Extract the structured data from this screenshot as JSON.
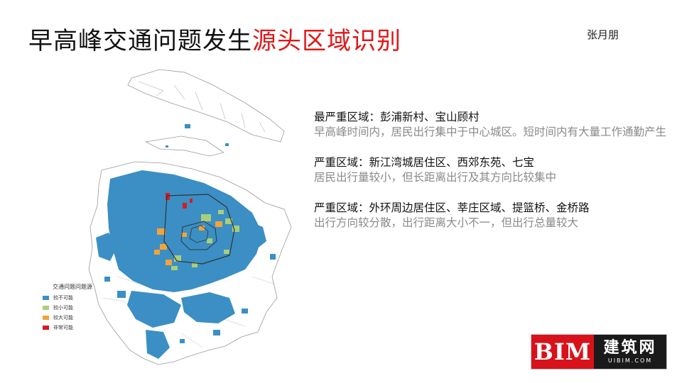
{
  "slide": {
    "title_main": "早高峰交通问题发生",
    "title_highlight": "源头区域识别",
    "author": "张月朋"
  },
  "legend": {
    "title": "交通问题问题源",
    "items": [
      {
        "label": "较不可能",
        "color": "#3b8fc4"
      },
      {
        "label": "较小可能",
        "color": "#a9cf7a"
      },
      {
        "label": "较大可能",
        "color": "#f2a43a"
      },
      {
        "label": "非常可能",
        "color": "#d81b24"
      }
    ]
  },
  "findings": [
    {
      "heading": "最严重区域：彭浦新村、宝山顾村",
      "detail": "早高峰时间内，居民出行集中于中心城区。短时间内有大量工作通勤产生"
    },
    {
      "heading": "严重区域：新江湾城居住区、西郊东苑、七宝",
      "detail": "居民出行量较小，但长距离出行及其方向比较集中"
    },
    {
      "heading": "严重区域：外环周边居住区、莘庄区域、提篮桥、金桥路",
      "detail": "出行方向较分散，出行距离大小不一，但出行总量较大"
    }
  ],
  "logo": {
    "mark": "BIM",
    "name": "建筑网",
    "domain": "UIBIM.COM"
  }
}
